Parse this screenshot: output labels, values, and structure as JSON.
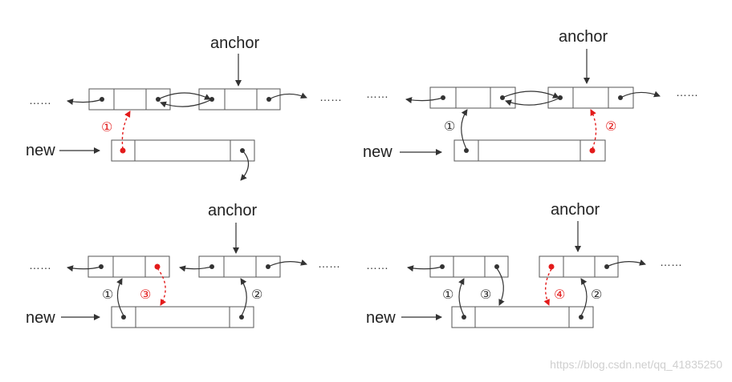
{
  "colors": {
    "ink": "#333333",
    "step_red": "#e31b1b",
    "box_stroke": "#555555"
  },
  "panels": [
    {
      "anchor_label": "anchor",
      "new_label": "new",
      "dots_left": "……",
      "dots_right": "……",
      "steps": [
        "①"
      ]
    },
    {
      "anchor_label": "anchor",
      "new_label": "new",
      "dots_left": "……",
      "dots_right": "……",
      "steps": [
        "①",
        "②"
      ]
    },
    {
      "anchor_label": "anchor",
      "new_label": "new",
      "dots_left": "……",
      "dots_right": "……",
      "steps": [
        "①",
        "③",
        "②"
      ]
    },
    {
      "anchor_label": "anchor",
      "new_label": "new",
      "dots_left": "……",
      "dots_right": "……",
      "steps": [
        "①",
        "③",
        "④",
        "②"
      ]
    }
  ],
  "watermark": "https://blog.csdn.net/qq_41835250"
}
